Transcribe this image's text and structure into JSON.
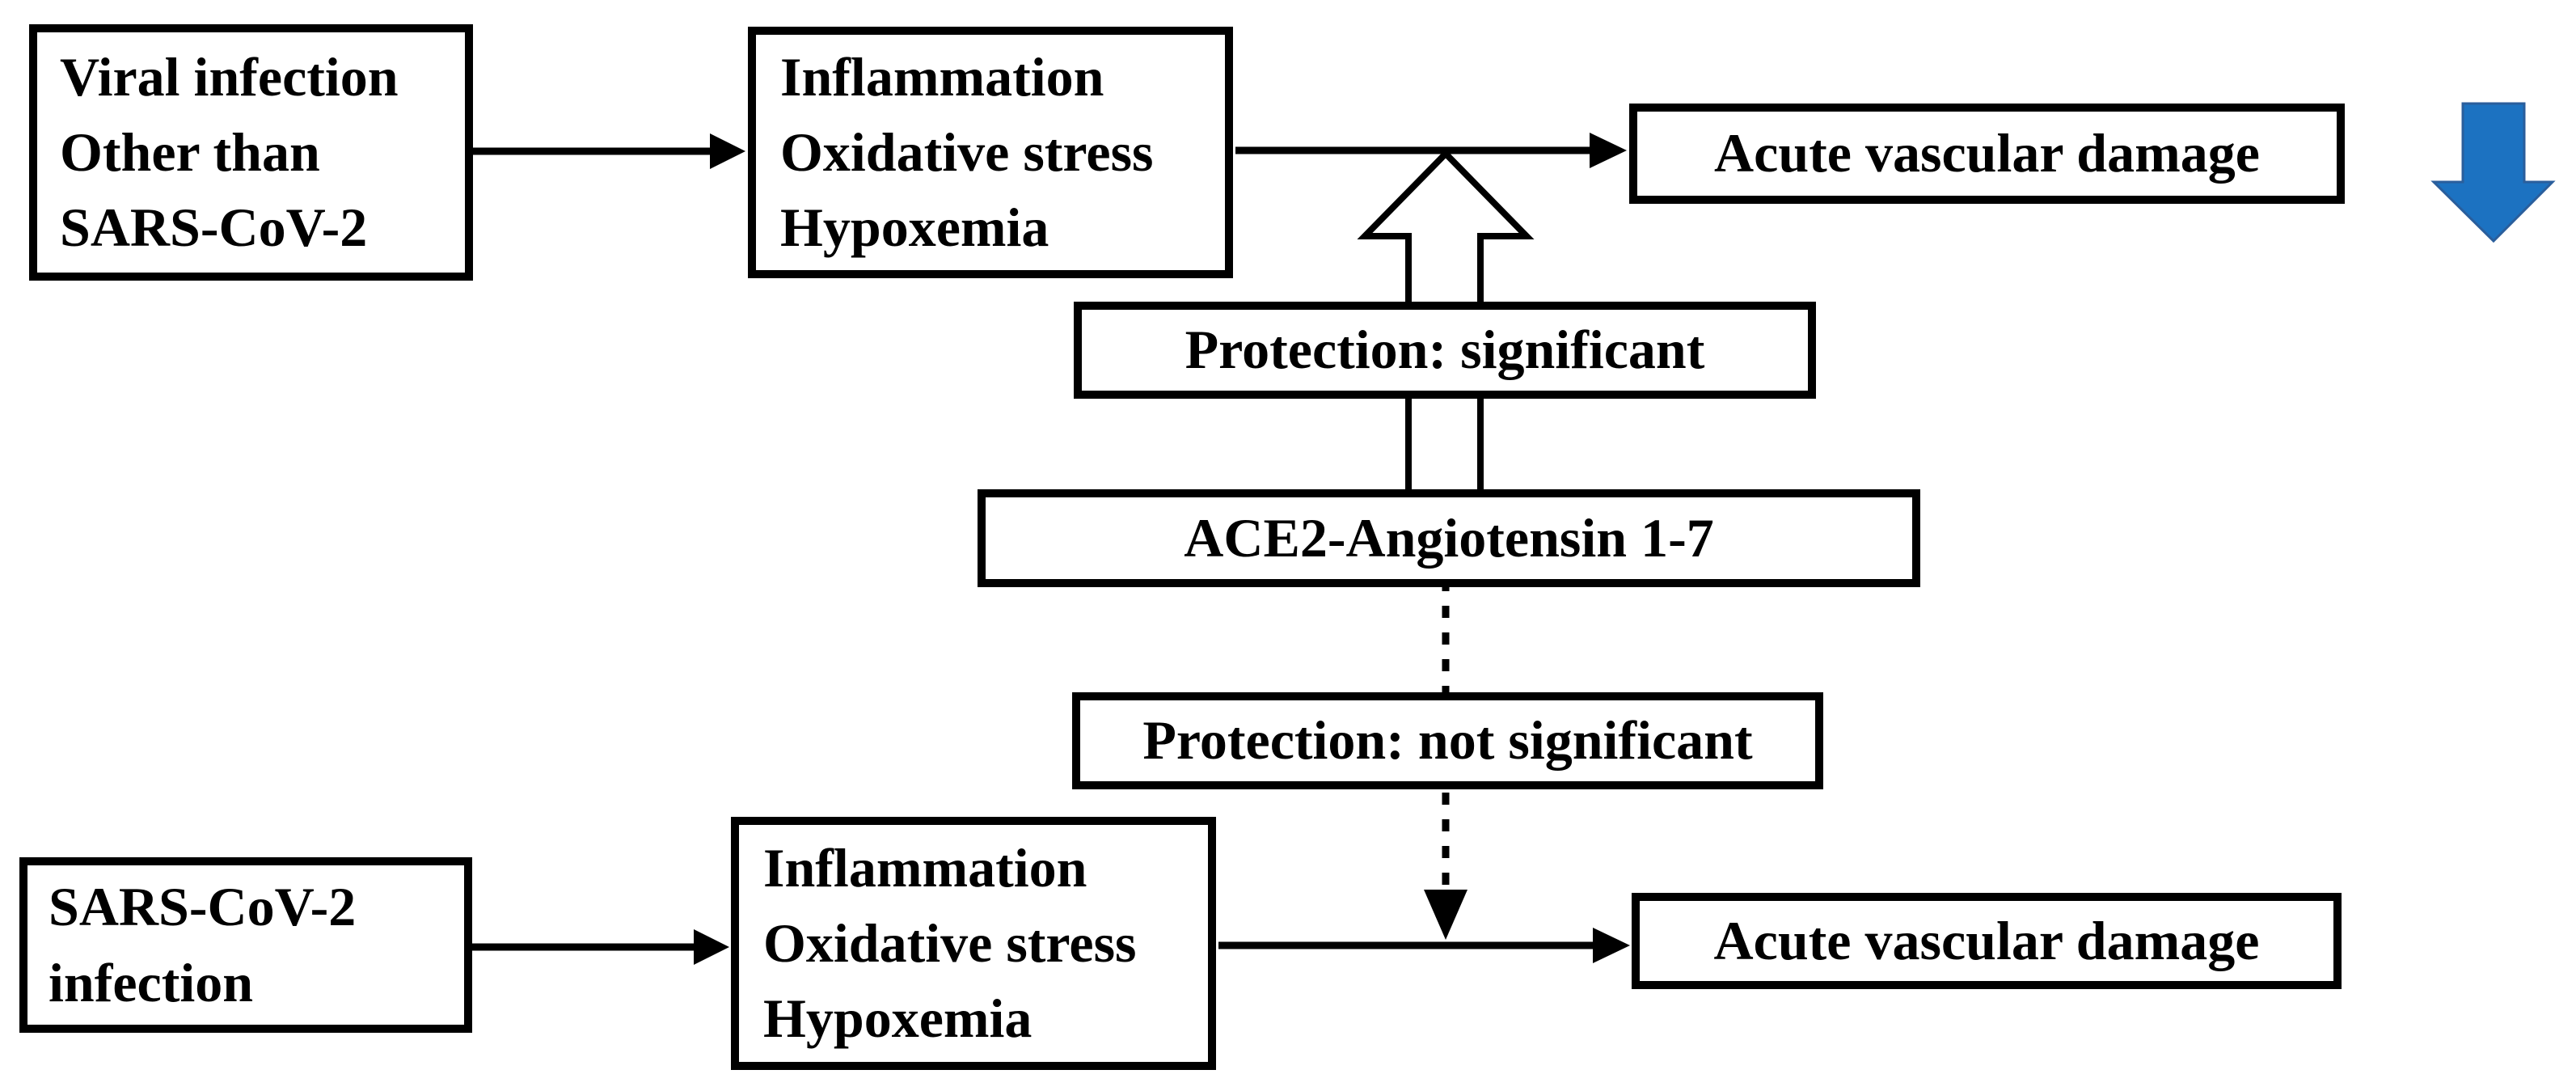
{
  "boxes": {
    "viral": {
      "lines": [
        "Viral infection",
        "Other than",
        "SARS-CoV-2"
      ]
    },
    "inflammation_top": {
      "lines": [
        "Inflammation",
        "Oxidative stress",
        "Hypoxemia"
      ]
    },
    "acute_top": {
      "label": "Acute vascular damage"
    },
    "protection_significant": {
      "label": "Protection: significant"
    },
    "ace2": {
      "label": "ACE2-Angiotensin 1-7"
    },
    "protection_not_significant": {
      "label": "Protection: not significant"
    },
    "sars": {
      "lines": [
        "SARS-CoV-2",
        "infection"
      ]
    },
    "inflammation_bottom": {
      "lines": [
        "Inflammation",
        "Oxidative stress",
        "Hypoxemia"
      ]
    },
    "acute_bottom": {
      "label": "Acute vascular damage"
    }
  },
  "colors": {
    "background": "#ffffff",
    "box_border": "#000000",
    "box_fill": "#ffffff",
    "text": "#000000",
    "arrow": "#000000",
    "blue_arrow_fill": "#1C72C1",
    "blue_arrow_border": "#2A5E9C"
  }
}
